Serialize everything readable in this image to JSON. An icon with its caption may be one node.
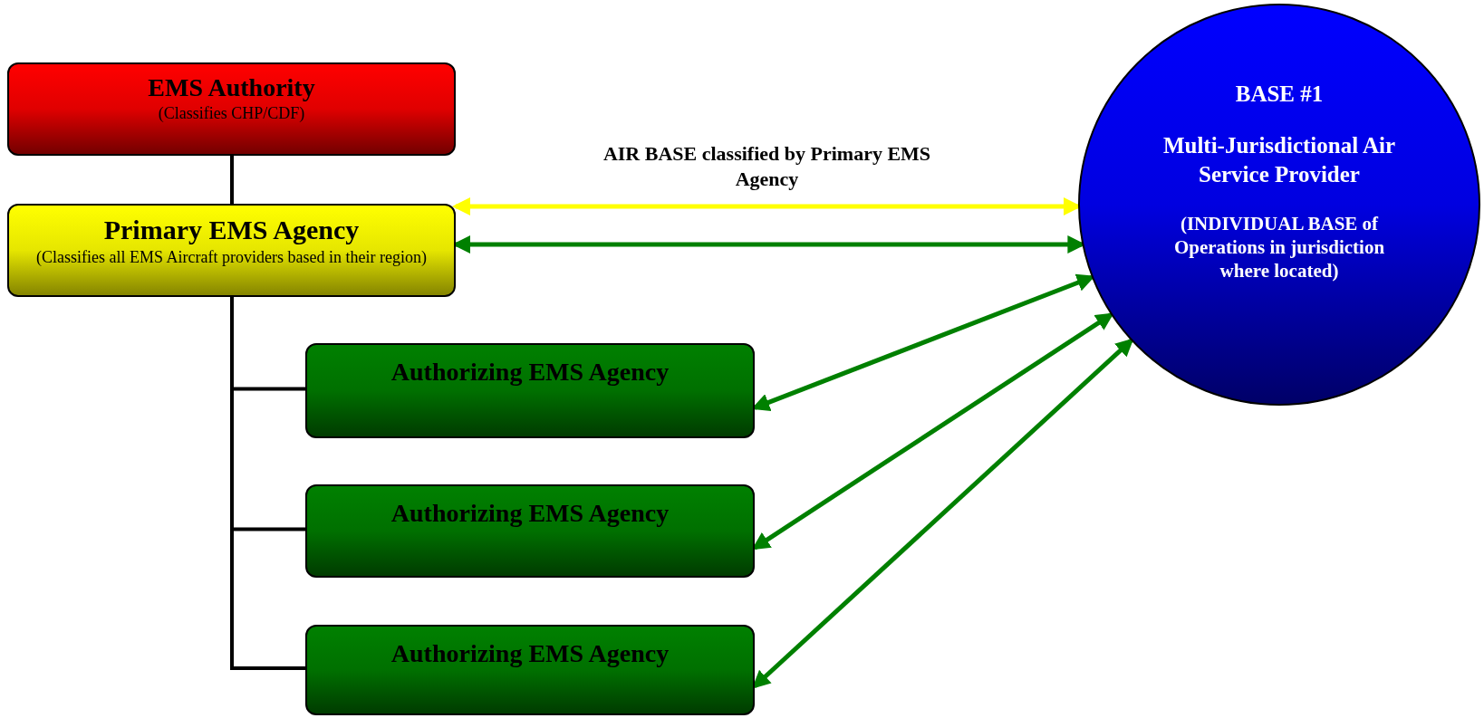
{
  "diagram": {
    "nodes": [
      {
        "text": [
          "EMS Authority",
          "(Classifies CHP/CDF)"
        ]
      },
      {
        "text": [
          "Primary EMS Agency",
          "(Classifies all EMS Aircraft providers based in their region)"
        ]
      },
      {
        "text": [
          "Authorizing EMS Agency"
        ]
      },
      {
        "text": [
          "Authorizing EMS Agency"
        ]
      },
      {
        "text": [
          "Authorizing EMS Agency"
        ]
      },
      {
        "text": [
          "BASE #1",
          "Multi-Jurisdictional Air Service Provider",
          "(INDIVIDUAL BASE of Operations in jurisdiction where located)"
        ]
      }
    ],
    "edges": [
      {
        "from": 0,
        "to": 1,
        "arrow": "none"
      },
      {
        "from": 1,
        "to": 2,
        "arrow": "none"
      },
      {
        "from": 1,
        "to": 3,
        "arrow": "none"
      },
      {
        "from": 1,
        "to": 4,
        "arrow": "none"
      },
      {
        "from": 1,
        "to": 5,
        "arrow": "both",
        "label": "AIR BASE classified by Primary EMS Agency",
        "color": "#ffff00"
      },
      {
        "from": 1,
        "to": 5,
        "arrow": "both",
        "color": "#008000"
      },
      {
        "from": 2,
        "to": 5,
        "arrow": "both",
        "color": "#008000"
      },
      {
        "from": 3,
        "to": 5,
        "arrow": "both",
        "color": "#008000"
      },
      {
        "from": 4,
        "to": 5,
        "arrow": "both",
        "color": "#008000"
      }
    ]
  }
}
